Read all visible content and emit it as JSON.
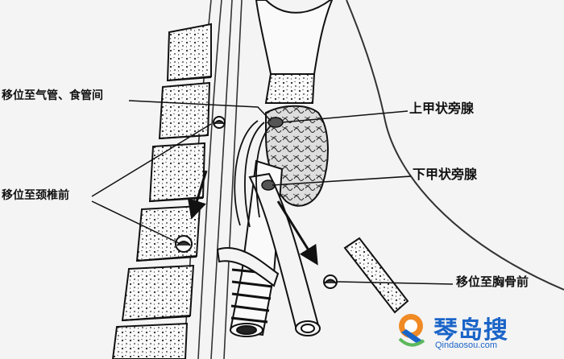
{
  "labels": {
    "trachea_esophagus": "移位至气管、食管间",
    "superior_parathyroid": "上甲状旁腺",
    "inferior_parathyroid": "下甲状旁腺",
    "anterior_cervical": "移位至颈椎前",
    "anterior_sternum": "移位至胸骨前"
  },
  "watermark": {
    "title": "琴岛搜",
    "url": "Qindaosou.com"
  },
  "colors": {
    "ink": "#111111",
    "paper": "#f4f4f4",
    "watermark_blue": "#1a64c8",
    "watermark_orange": "#f08a24"
  }
}
